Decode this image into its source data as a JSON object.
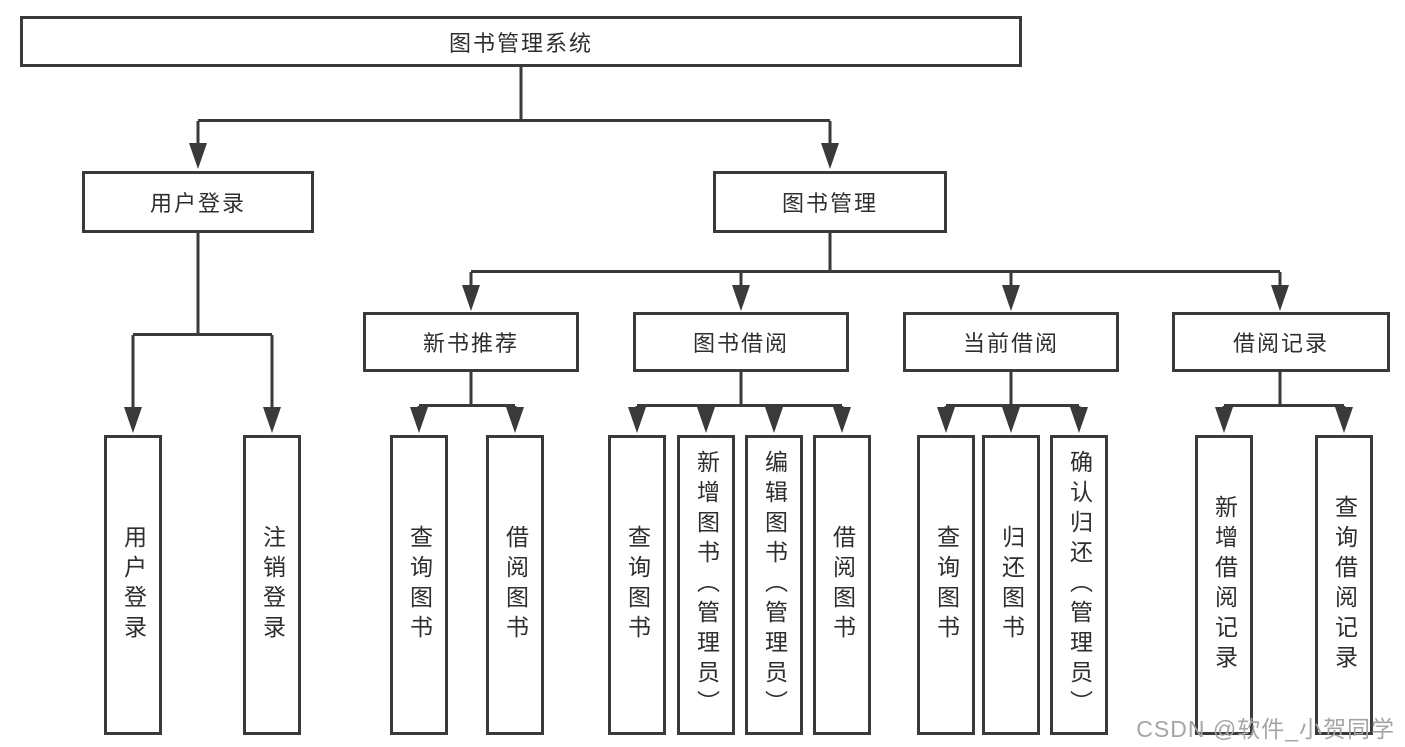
{
  "diagram": {
    "type": "hierarchy-tree",
    "root": {
      "label": "图书管理系统"
    },
    "level2": [
      {
        "label": "用户登录",
        "parent": "图书管理系统"
      },
      {
        "label": "图书管理",
        "parent": "图书管理系统"
      }
    ],
    "level3": [
      {
        "label": "新书推荐",
        "parent": "图书管理"
      },
      {
        "label": "图书借阅",
        "parent": "图书管理"
      },
      {
        "label": "当前借阅",
        "parent": "图书管理"
      },
      {
        "label": "借阅记录",
        "parent": "图书管理"
      }
    ],
    "leaves": [
      {
        "label": "用户登录",
        "parent": "用户登录"
      },
      {
        "label": "注销登录",
        "parent": "用户登录"
      },
      {
        "label": "查询图书",
        "parent": "新书推荐"
      },
      {
        "label": "借阅图书",
        "parent": "新书推荐"
      },
      {
        "label": "查询图书",
        "parent": "图书借阅"
      },
      {
        "label": "新增图书（管理员）",
        "parent": "图书借阅"
      },
      {
        "label": "编辑图书（管理员）",
        "parent": "图书借阅"
      },
      {
        "label": "借阅图书",
        "parent": "图书借阅"
      },
      {
        "label": "查询图书",
        "parent": "当前借阅"
      },
      {
        "label": "归还图书",
        "parent": "当前借阅"
      },
      {
        "label": "确认归还（管理员）",
        "parent": "当前借阅"
      },
      {
        "label": "新增借阅记录",
        "parent": "借阅记录"
      },
      {
        "label": "查询借阅记录",
        "parent": "借阅记录"
      }
    ],
    "colors": {
      "line": "#3a3a3a",
      "text": "#2e2e2e",
      "box_background": "#ffffff",
      "watermark": "#a5a5a5"
    }
  },
  "watermark": {
    "text": "CSDN @软件_小贺同学"
  }
}
